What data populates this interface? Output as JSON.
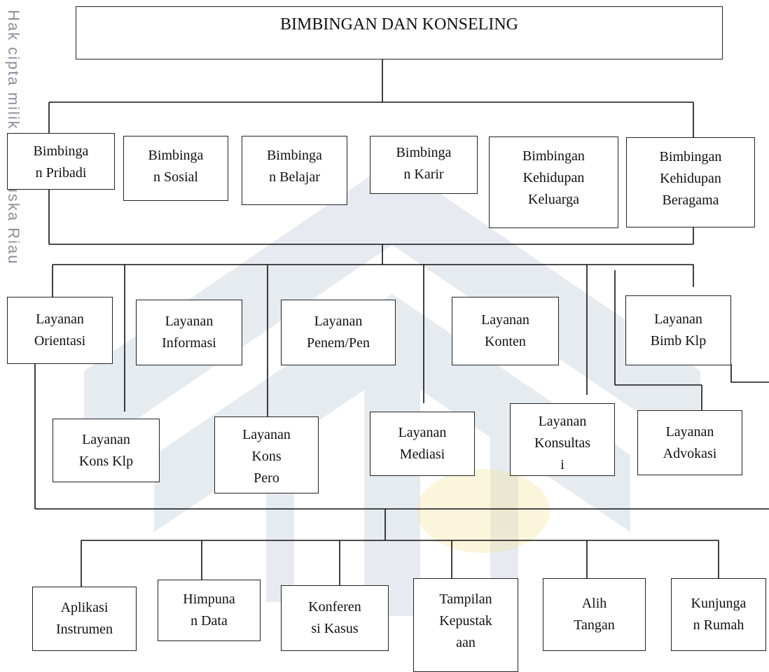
{
  "side_text": "Hak cipta milik UIN Suska Riau",
  "title": "BIMBINGAN DAN KONSELING",
  "bimbingan": [
    [
      "Bimbinga",
      "n Pribadi"
    ],
    [
      "Bimbinga",
      "n Sosial"
    ],
    [
      "Bimbinga",
      "n Belajar"
    ],
    [
      "Bimbinga",
      "n Karir"
    ],
    [
      "Bimbingan",
      "Kehidupan",
      "Keluarga"
    ],
    [
      "Bimbingan",
      "Kehidupan",
      "Beragama"
    ]
  ],
  "layanan_upper": [
    [
      "Layanan",
      "Orientasi"
    ],
    [
      "Layanan",
      "Informasi"
    ],
    [
      "Layanan",
      "Penem/Pen"
    ],
    [
      "Layanan",
      "Konten"
    ],
    [
      "Layanan",
      "Bimb Klp"
    ]
  ],
  "layanan_lower": [
    [
      "Layanan",
      "Kons Klp"
    ],
    [
      "Layanan",
      "Kons",
      "Pero"
    ],
    [
      "Layanan",
      "Mediasi"
    ],
    [
      "Layanan",
      "Konsultas",
      "i"
    ],
    [
      "Layanan",
      "Advokasi"
    ]
  ],
  "pendukung": [
    [
      "Aplikasi",
      "Instrumen"
    ],
    [
      "Himpuna",
      "n Data"
    ],
    [
      "Konferen",
      "si Kasus"
    ],
    [
      "Tampilan",
      "Kepustak",
      "aan"
    ],
    [
      "Alih",
      "Tangan"
    ],
    [
      "Kunjunga",
      "n Rumah"
    ]
  ]
}
